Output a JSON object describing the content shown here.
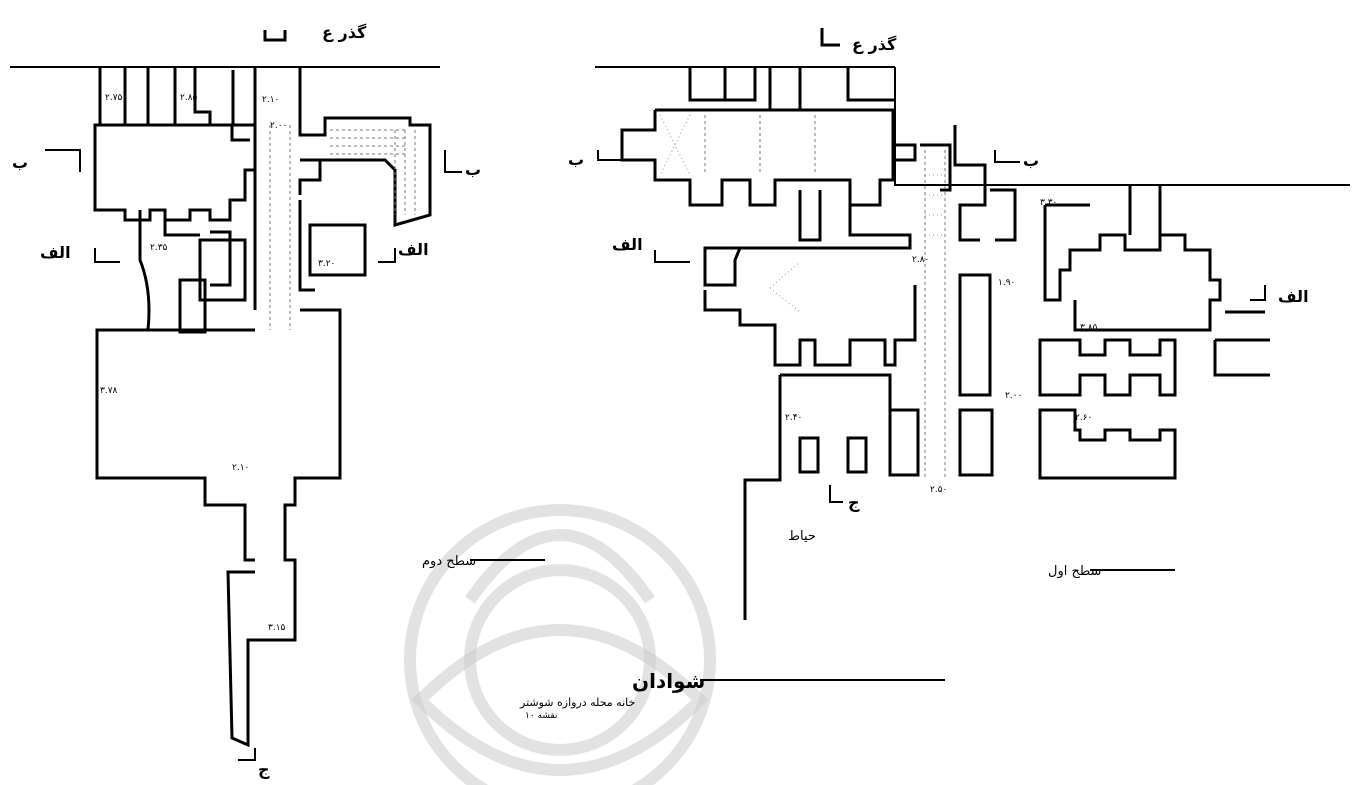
{
  "labels": {
    "north_gate": "گذر ع",
    "section_b": "ب",
    "section_alef": "الف",
    "section_j": "ج"
  },
  "level_labels": {
    "second_floor": "سطح دوم",
    "first_floor": "سطح اول",
    "courtyard": "حیاط"
  },
  "title": {
    "name": "شوادان",
    "subtitle": "خانه محله دروازه شوشتر",
    "plate": "نقشه ۱۰"
  },
  "colors": {
    "ink": "#000000",
    "watermark": "#cfcfcf",
    "background": "#ffffff"
  }
}
